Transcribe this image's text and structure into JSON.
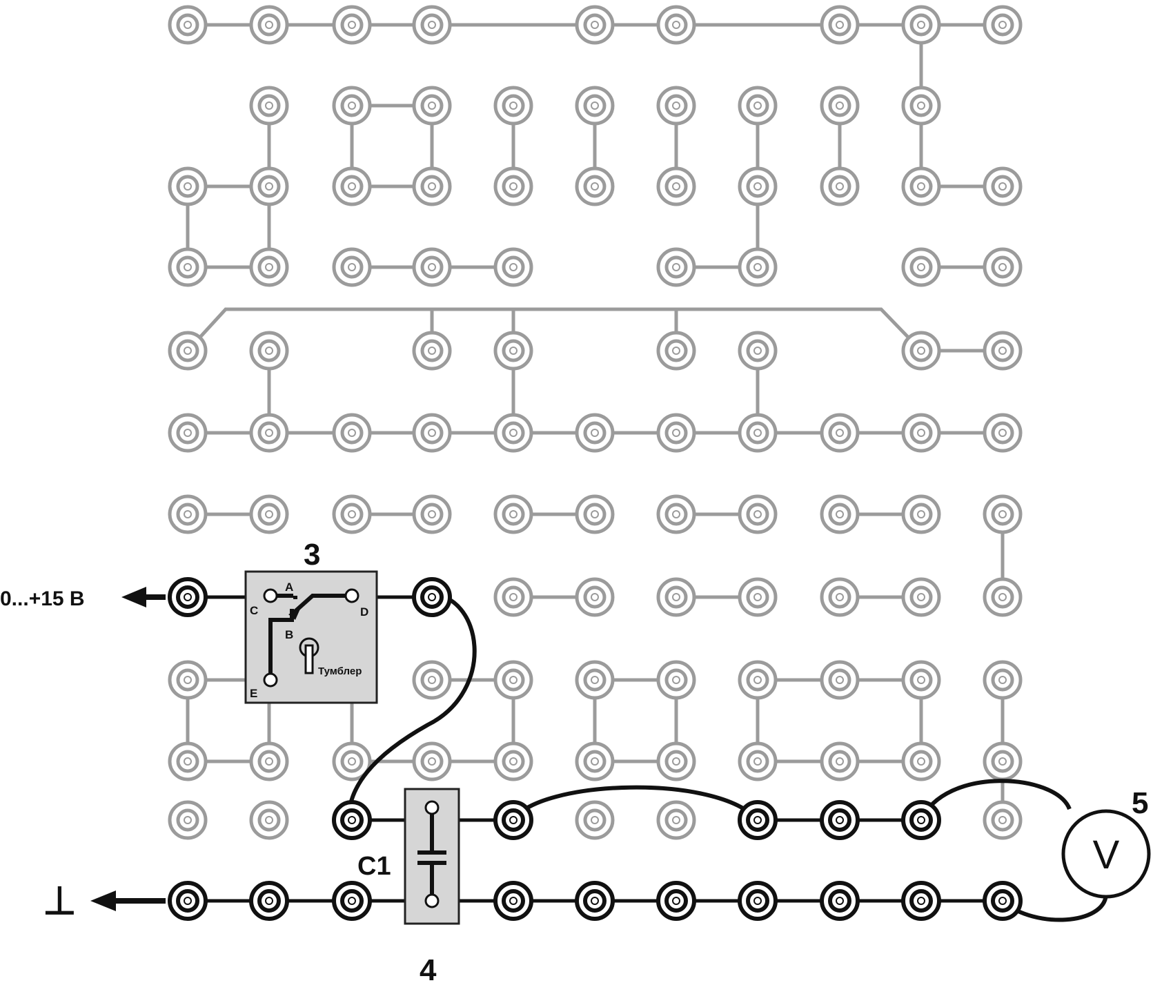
{
  "labels": {
    "switch_number": "3",
    "capacitor_number": "4",
    "voltmeter_number": "5",
    "capacitor_name": "C1",
    "voltmeter_symbol": "V",
    "power_supply": "0...+15 В",
    "ground_symbol": "⊥",
    "switch_name": "Тумблер",
    "pin_a": "A",
    "pin_b": "B",
    "pin_c": "C",
    "pin_d": "D",
    "pin_e": "E"
  },
  "colors": {
    "grid": "#9b9b9b",
    "active": "#111111",
    "component_fill": "#d6d6d6"
  }
}
